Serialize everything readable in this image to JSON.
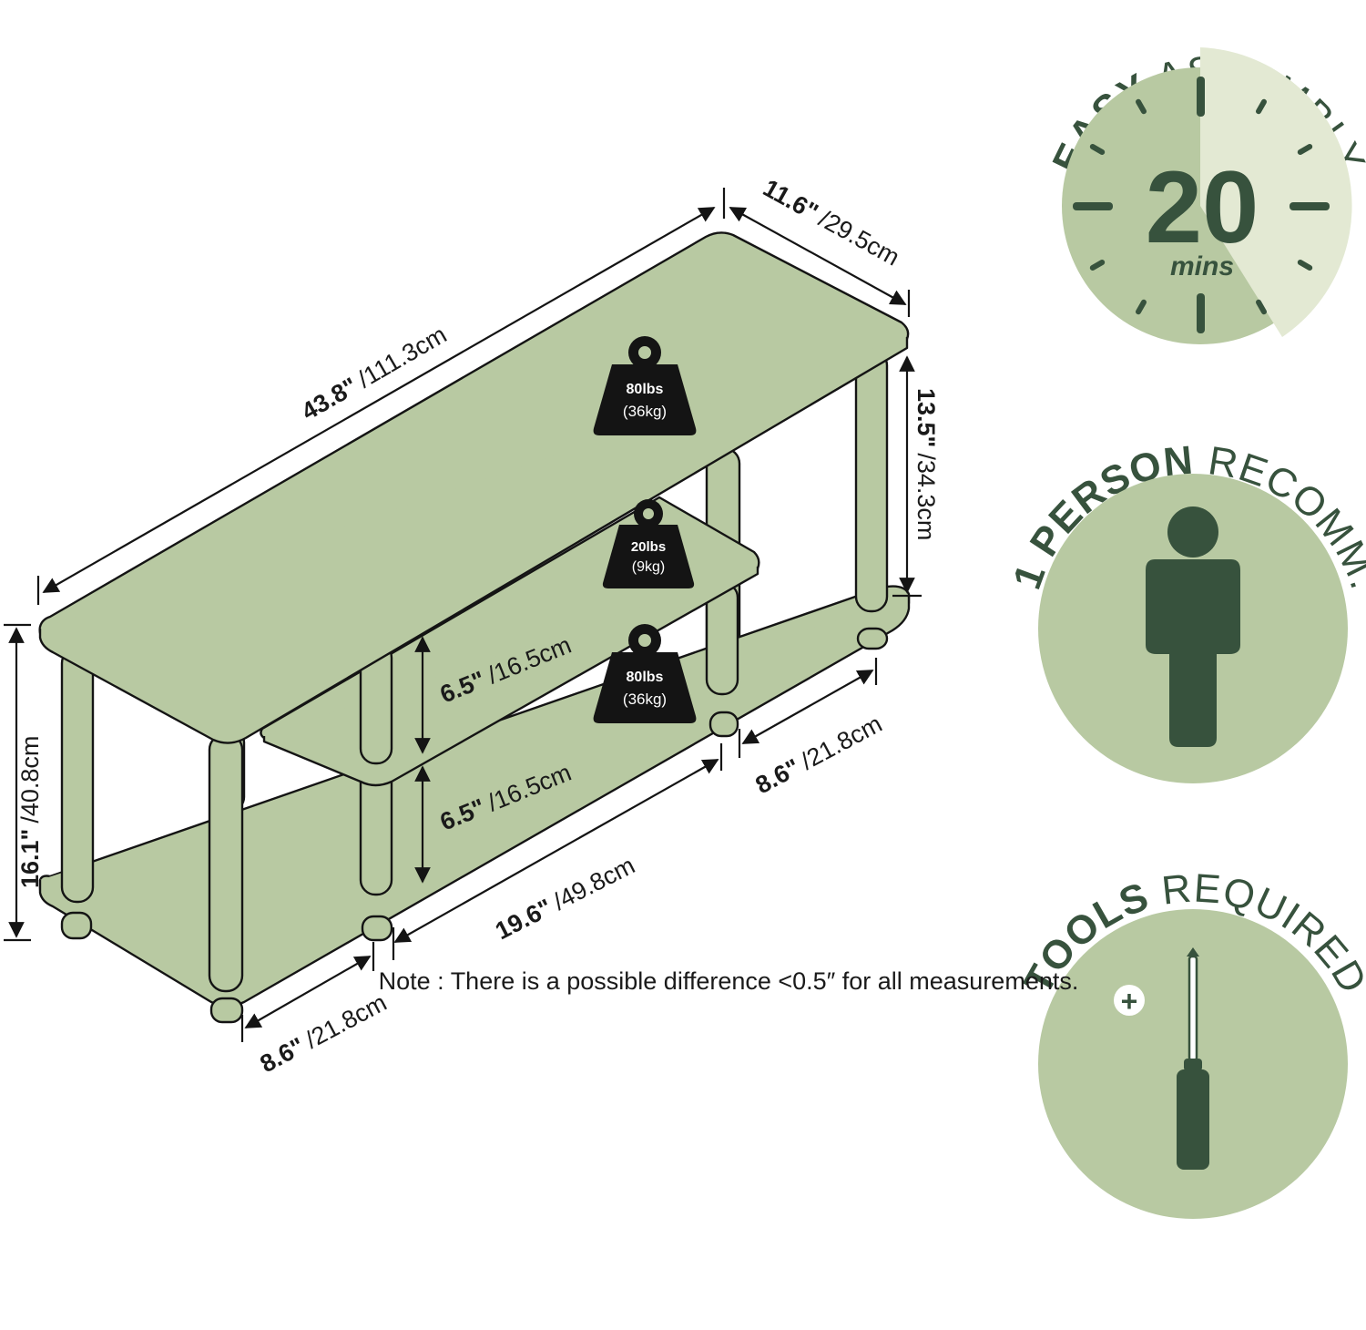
{
  "dimensions": {
    "width": {
      "imperial": "43.8\"",
      "metric": "/111.3cm"
    },
    "depth": {
      "imperial": "11.6\"",
      "metric": "/29.5cm"
    },
    "top_gap": {
      "imperial": "13.5\"",
      "metric": "/34.3cm"
    },
    "height": {
      "imperial": "16.1\"",
      "metric": "/40.8cm"
    },
    "mid_gap_upper": {
      "imperial": "6.5\"",
      "metric": "/16.5cm"
    },
    "mid_gap_lower": {
      "imperial": "6.5\"",
      "metric": "/16.5cm"
    },
    "inner_width": {
      "imperial": "19.6\"",
      "metric": "/49.8cm"
    },
    "side_depth_right": {
      "imperial": "8.6\"",
      "metric": "/21.8cm"
    },
    "side_depth_left": {
      "imperial": "8.6\"",
      "metric": "/21.8cm"
    }
  },
  "weights": {
    "top": {
      "line1": "80lbs",
      "line2": "(36kg)"
    },
    "middle": {
      "line1": "20lbs",
      "line2": "(9kg)"
    },
    "bottom": {
      "line1": "80lbs",
      "line2": "(36kg)"
    }
  },
  "badges": {
    "assembly": {
      "title_bold": "EASY",
      "title_rest": " ASSEMBLY",
      "number": "20",
      "unit": "mins"
    },
    "person": {
      "title_bold": "1 PERSON",
      "title_rest": " RECOMM."
    },
    "tools": {
      "title_bold": "TOOLS",
      "title_rest": " REQUIRED",
      "plus": "+"
    }
  },
  "note": "Note : There is a possible difference <0.5″ for all measurements.",
  "colors": {
    "sage": "#b8c9a2",
    "sage_light": "#e3e9d3",
    "forest": "#37523d",
    "ink": "#141414"
  }
}
